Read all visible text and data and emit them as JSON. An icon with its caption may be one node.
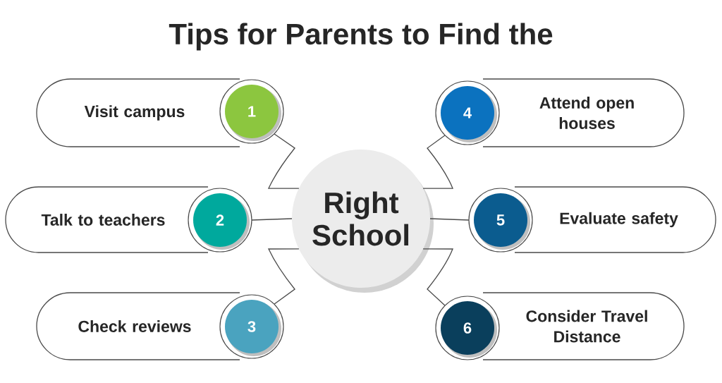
{
  "diagram": {
    "title": "Tips for Parents to Find the",
    "nodes": [
      {
        "text": [
          "Right School"
        ]
      },
      {
        "text": [
          "Visit campus"
        ]
      },
      {
        "text": [
          "1"
        ]
      },
      {
        "text": [
          "Talk to teachers"
        ]
      },
      {
        "text": [
          "2"
        ]
      },
      {
        "text": [
          "Check reviews"
        ]
      },
      {
        "text": [
          "3"
        ]
      },
      {
        "text": [
          "Attend open houses"
        ]
      },
      {
        "text": [
          "4"
        ]
      },
      {
        "text": [
          "Evaluate safety"
        ]
      },
      {
        "text": [
          "5"
        ]
      },
      {
        "text": [
          "Consider Travel Distance"
        ]
      },
      {
        "text": [
          "6"
        ]
      }
    ],
    "edges": [
      {
        "from": 2,
        "to": 0,
        "arrow": "none"
      },
      {
        "from": 4,
        "to": 0,
        "arrow": "none"
      },
      {
        "from": 6,
        "to": 0,
        "arrow": "none"
      },
      {
        "from": 8,
        "to": 0,
        "arrow": "none"
      },
      {
        "from": 10,
        "to": 0,
        "arrow": "none"
      },
      {
        "from": 12,
        "to": 0,
        "arrow": "none"
      }
    ]
  }
}
